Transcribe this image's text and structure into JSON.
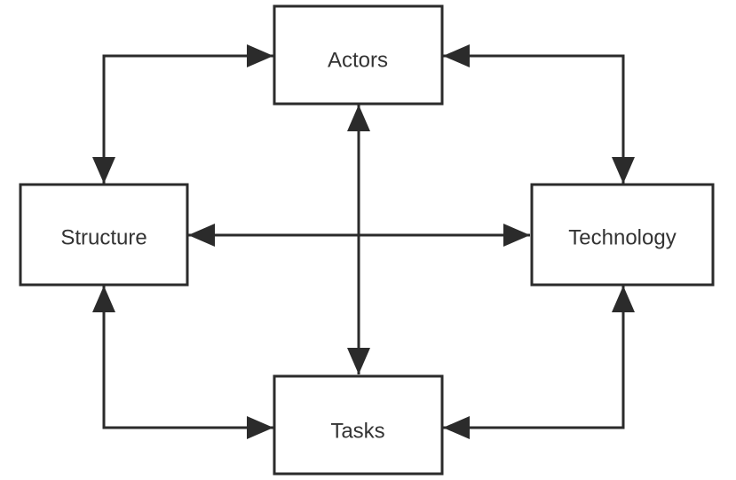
{
  "nodes": {
    "actors": {
      "label": "Actors"
    },
    "structure": {
      "label": "Structure"
    },
    "technology": {
      "label": "Technology"
    },
    "tasks": {
      "label": "Tasks"
    }
  },
  "colors": {
    "stroke": "#2b2b2b",
    "text": "#333333",
    "background": "#ffffff"
  },
  "edges": [
    {
      "from": "actors",
      "to": "structure",
      "bidirectional": true
    },
    {
      "from": "actors",
      "to": "technology",
      "bidirectional": true
    },
    {
      "from": "actors",
      "to": "tasks",
      "bidirectional": true
    },
    {
      "from": "structure",
      "to": "technology",
      "bidirectional": true
    },
    {
      "from": "structure",
      "to": "tasks",
      "bidirectional": true
    },
    {
      "from": "technology",
      "to": "tasks",
      "bidirectional": true
    }
  ]
}
